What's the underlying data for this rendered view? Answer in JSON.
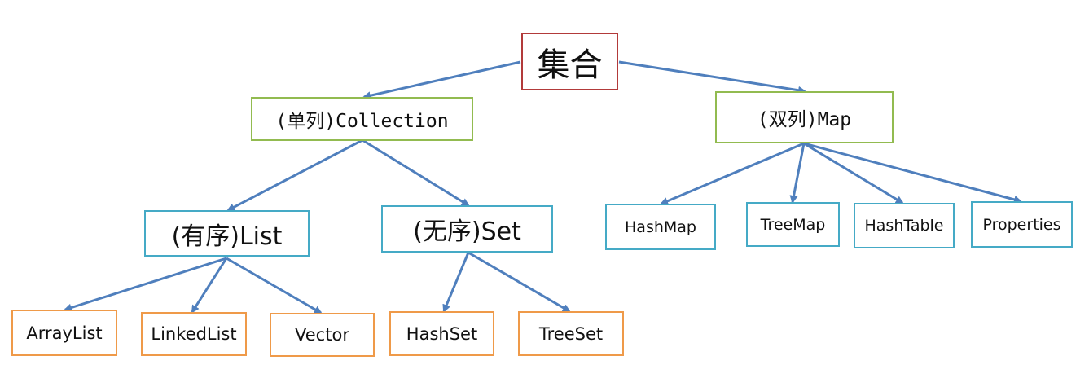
{
  "diagram": {
    "root": {
      "label": "集合"
    },
    "collection": {
      "label": "(单列)Collection"
    },
    "map": {
      "label": "(双列)Map"
    },
    "list": {
      "label": "(有序)List"
    },
    "set": {
      "label": "(无序)Set"
    },
    "map_children": [
      {
        "label": "HashMap"
      },
      {
        "label": "TreeMap"
      },
      {
        "label": "HashTable"
      },
      {
        "label": "Properties"
      }
    ],
    "list_children": [
      {
        "label": "ArrayList"
      },
      {
        "label": "LinkedList"
      },
      {
        "label": "Vector"
      }
    ],
    "set_children": [
      {
        "label": "HashSet"
      },
      {
        "label": "TreeSet"
      }
    ],
    "colors": {
      "root_border": "#b23a3a",
      "level1_border": "#92bb50",
      "level2_border": "#45aac6",
      "leaf_border": "#ef9a49",
      "connector": "#4f7fbd"
    }
  }
}
